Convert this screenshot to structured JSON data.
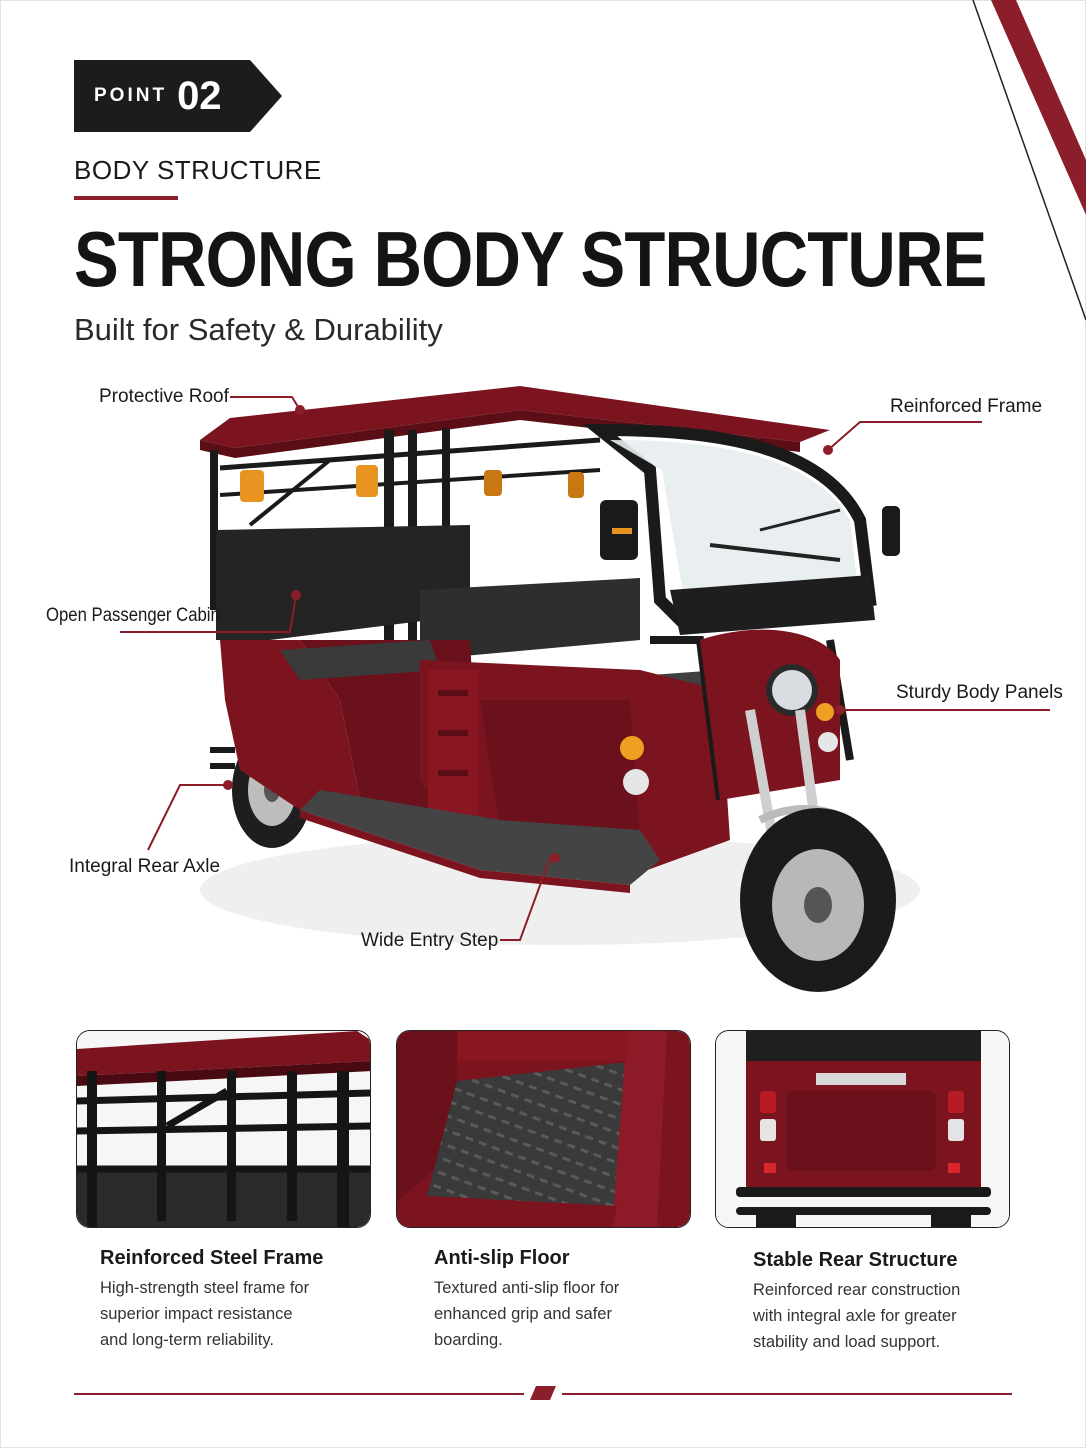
{
  "badge": {
    "word": "POINT",
    "number": "02"
  },
  "section_label": "BODY STRUCTURE",
  "title": "STRONG BODY STRUCTURE",
  "subtitle": "Built for Safety & Durability",
  "colors": {
    "accent": "#8b1e2a",
    "body": "#7c1420",
    "dark": "#1c1c1c"
  },
  "callouts": {
    "roof": "Protective Roof",
    "frame": "Reinforced Frame",
    "cabin": "Open Passenger Cabin",
    "panels": "Sturdy Body Panels",
    "axle": "Integral Rear Axle",
    "step": "Wide Entry Step"
  },
  "features": [
    {
      "title": "Reinforced Steel Frame",
      "lines": [
        "High-strength steel frame for",
        "superior impact resistance",
        "and long-term reliability."
      ]
    },
    {
      "title": "Anti-slip Floor",
      "lines": [
        "Textured anti-slip floor for",
        "enhanced grip and safer",
        "boarding."
      ]
    },
    {
      "title": "Stable Rear Structure",
      "lines": [
        "Reinforced rear construction",
        "with integral axle for greater",
        "stability and load support."
      ]
    }
  ]
}
